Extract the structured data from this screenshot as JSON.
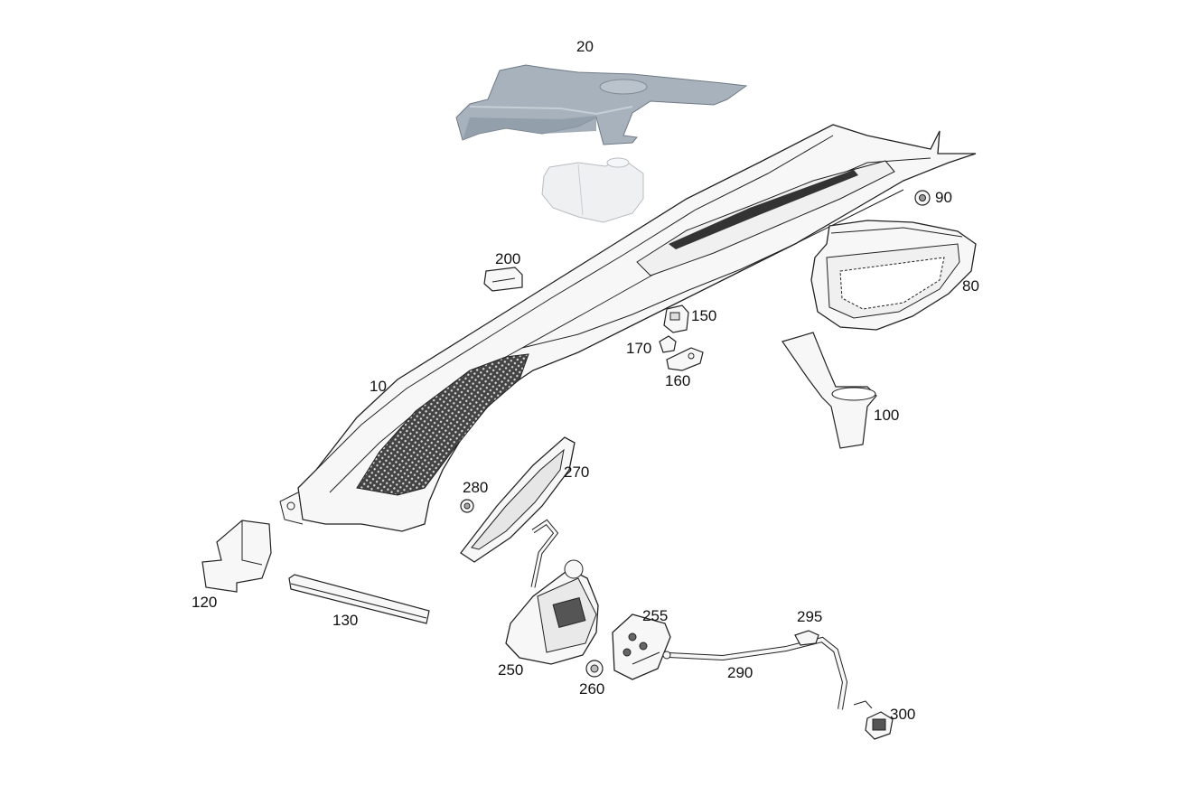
{
  "diagram": {
    "part_numbers": {
      "p10": "10",
      "p20": "20",
      "p80": "80",
      "p90": "90",
      "p100": "100",
      "p120": "120",
      "p130": "130",
      "p150": "150",
      "p160": "160",
      "p170": "170",
      "p200": "200",
      "p250": "250",
      "p255": "255",
      "p260": "260",
      "p270": "270",
      "p280": "280",
      "p290": "290",
      "p295": "295",
      "p300": "300"
    },
    "colors": {
      "line": "#222222",
      "part_fill": "#f7f7f7",
      "cover_fill": "#a7b2bd",
      "cover_dark": "#7f8b97",
      "tank_fill": "#eef0f2",
      "mesh_fill": "#3a3a3a",
      "label": "#111111"
    }
  }
}
